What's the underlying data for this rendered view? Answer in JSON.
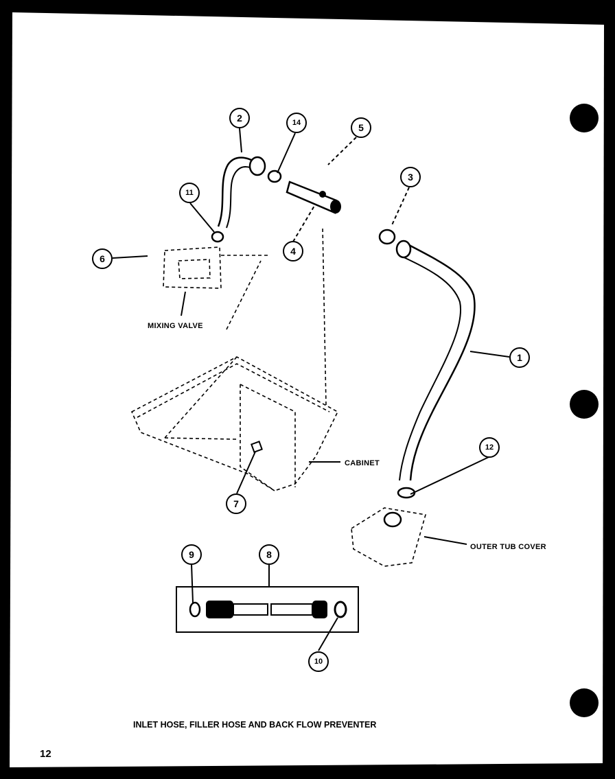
{
  "diagram": {
    "title": "INLET HOSE, FILLER HOSE AND BACK FLOW PREVENTER",
    "page_number": "12",
    "labels": {
      "mixing_valve": "MIXING VALVE",
      "cabinet": "CABINET",
      "outer_tub_cover": "OUTER TUB COVER"
    },
    "callouts": [
      "1",
      "2",
      "3",
      "4",
      "5",
      "6",
      "7",
      "8",
      "9",
      "10",
      "11",
      "12",
      "14"
    ]
  }
}
